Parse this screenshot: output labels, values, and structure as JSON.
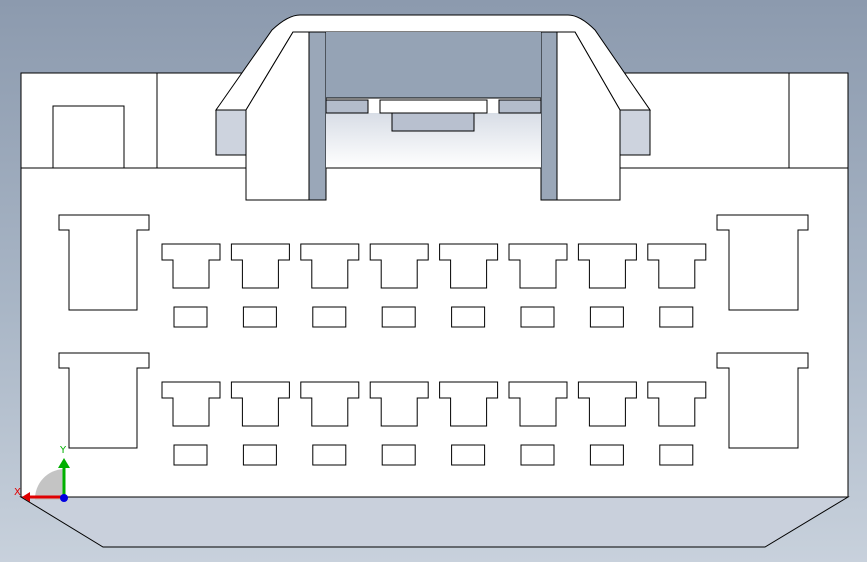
{
  "viewport": {
    "background_top": "#8c9aae",
    "background_bottom": "#c8d1dc",
    "part_fill": "#ffffff",
    "edge_color": "#000000",
    "shade_fill": "#c9d0dc",
    "recess_fill": "#b8c0cf"
  },
  "model": {
    "part": "connector",
    "pin_rows": 2,
    "pins_per_row": 8,
    "latches_per_row": 2
  },
  "triad": {
    "x_label": "X",
    "y_label": "Y",
    "x_color": "#e00000",
    "y_color": "#00b000",
    "z_color": "#0000e0"
  }
}
